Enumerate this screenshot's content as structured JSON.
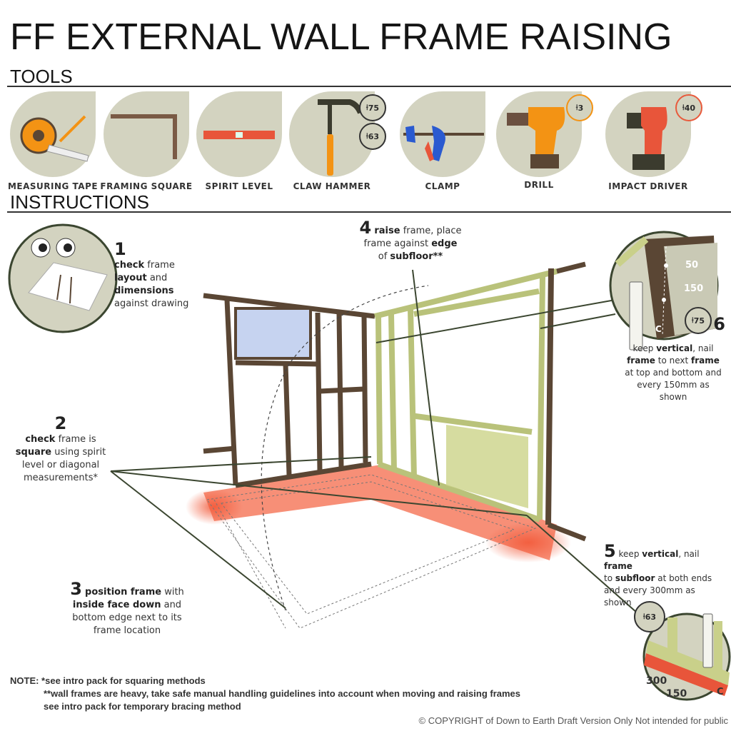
{
  "title": "FF EXTERNAL WALL FRAME RAISING",
  "sections": {
    "tools": "TOOLS",
    "instructions": "INSTRUCTIONS"
  },
  "tools": [
    {
      "label": "MEASURING TAPE",
      "icon": "measuring-tape-icon"
    },
    {
      "label": "FRAMING SQUARE",
      "icon": "framing-square-icon"
    },
    {
      "label": "SPIRIT LEVEL",
      "icon": "spirit-level-icon"
    },
    {
      "label": "CLAW HAMMER",
      "icon": "claw-hammer-icon",
      "badges": [
        "75",
        "63"
      ]
    },
    {
      "label": "CLAMP",
      "icon": "clamp-icon"
    },
    {
      "label": "DRILL",
      "icon": "drill-icon",
      "badges": [
        "3"
      ]
    },
    {
      "label": "IMPACT DRIVER",
      "icon": "impact-driver-icon",
      "badges": [
        "40"
      ]
    }
  ],
  "steps": [
    {
      "num": "1",
      "lines": [
        [
          {
            "t": "check",
            "b": true
          },
          {
            "t": " frame"
          }
        ],
        [
          {
            "t": "layout",
            "b": true
          },
          {
            "t": " and"
          }
        ],
        [
          {
            "t": "dimensions",
            "b": true
          }
        ],
        [
          {
            "t": "against drawing"
          }
        ]
      ]
    },
    {
      "num": "2",
      "lines": [
        [
          {
            "t": "check",
            "b": true
          },
          {
            "t": " frame is"
          }
        ],
        [
          {
            "t": "square",
            "b": true
          },
          {
            "t": " using spirit"
          }
        ],
        [
          {
            "t": "level or diagonal"
          }
        ],
        [
          {
            "t": "measurements*"
          }
        ]
      ]
    },
    {
      "num": "3",
      "lines": [
        [
          {
            "t": "position frame",
            "b": true
          },
          {
            "t": " with"
          }
        ],
        [
          {
            "t": "inside face down",
            "b": true
          },
          {
            "t": " and"
          }
        ],
        [
          {
            "t": "bottom edge next to its"
          }
        ],
        [
          {
            "t": "frame location"
          }
        ]
      ]
    },
    {
      "num": "4",
      "lines": [
        [
          {
            "t": "raise",
            "b": true
          },
          {
            "t": " frame, place"
          }
        ],
        [
          {
            "t": "frame against "
          },
          {
            "t": "edge",
            "b": true
          }
        ],
        [
          {
            "t": "of "
          },
          {
            "t": "subfloor**",
            "b": true
          }
        ]
      ]
    },
    {
      "num": "5",
      "lines": [
        [
          {
            "t": "keep "
          },
          {
            "t": "vertical",
            "b": true
          },
          {
            "t": ", nail "
          },
          {
            "t": "frame",
            "b": true
          }
        ],
        [
          {
            "t": "to "
          },
          {
            "t": "subfloor",
            "b": true
          },
          {
            "t": " at both ends"
          }
        ],
        [
          {
            "t": "and every 300mm as"
          }
        ],
        [
          {
            "t": "shown"
          }
        ]
      ]
    },
    {
      "num": "6",
      "lines": [
        [
          {
            "t": "keep "
          },
          {
            "t": "vertical",
            "b": true
          },
          {
            "t": ", nail"
          }
        ],
        [
          {
            "t": "frame",
            "b": true
          },
          {
            "t": " to next "
          },
          {
            "t": "frame",
            "b": true
          }
        ],
        [
          {
            "t": "at top and bottom and"
          }
        ],
        [
          {
            "t": "every 150mm as"
          }
        ],
        [
          {
            "t": "shown"
          }
        ]
      ]
    }
  ],
  "details": {
    "top": {
      "dims": [
        "50",
        "150"
      ],
      "nail": "75",
      "marker": "C"
    },
    "bottom": {
      "dims": [
        "300",
        "150"
      ],
      "nail": "63",
      "marker": "C"
    }
  },
  "notes": {
    "line1": "NOTE: *see intro pack for squaring methods",
    "line2": "**wall frames are heavy, take safe manual handling guidelines into account when moving and raising frames",
    "line3": "see intro pack for temporary bracing method"
  },
  "copyright": "© COPYRIGHT of Down to Earth   Draft Version Only  Not intended for public",
  "colors": {
    "tool_bg": "#d3d3c0",
    "orange": "#f39314",
    "red": "#e85a3c",
    "timber": "#5a4634",
    "green_timber": "#c9d08a"
  }
}
